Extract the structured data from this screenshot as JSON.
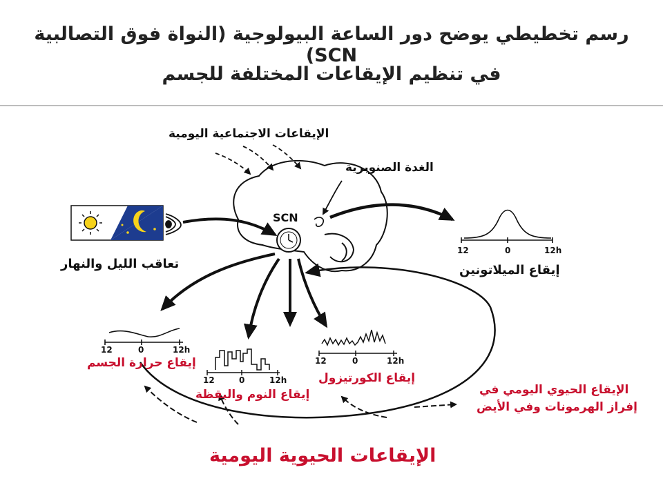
{
  "title": {
    "line1": "رسم تخطيطي يوضح دور الساعة البيولوجية (النواة فوق التصالبية SCN)",
    "line2": "في تنظيم الإيقاعات المختلفة للجسم"
  },
  "labels": {
    "social_rhythms": "الإيقاعات الاجتماعية اليومية",
    "pineal_gland": "الغدة الصنوبرية",
    "scn": "SCN",
    "day_night": "تعاقب الليل والنهار",
    "melatonin": "إيقاع الميلاتونين",
    "body_temp": "إيقاع حرارة الجسم",
    "sleep_wake": "إيقاع النوم واليقظة",
    "cortisol": "إيقاع الكورتيزول",
    "hormone_line1": "الإيقاع الحيوي اليومي في",
    "hormone_line2": "إفراز الهرمونات وفي الأيض",
    "daily_rhythms": "الإيقاعات الحيوية اليومية"
  },
  "ticks": {
    "left": "12",
    "mid": "0",
    "right": "12h"
  },
  "colors": {
    "accent_red": "#c8102e",
    "ink": "#111111",
    "night_blue": "#1d3c8f",
    "sun_yellow": "#f6d21a"
  },
  "icons": [
    "sun-icon",
    "moon-icon",
    "eye-icon",
    "clock-icon"
  ]
}
